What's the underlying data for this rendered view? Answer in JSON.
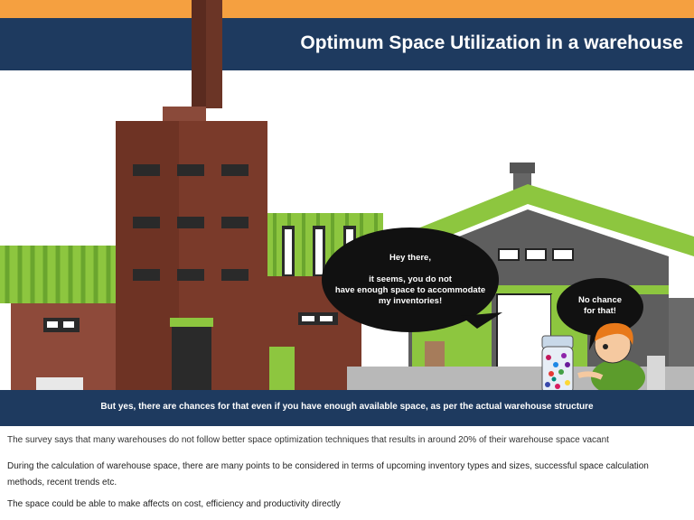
{
  "header": {
    "title": "Optimum Space Utilization in a warehouse"
  },
  "scene": {
    "speech_bubble_1": {
      "line1": "Hey there,",
      "line2": "it seems, you do not",
      "line3": "have enough space to accommodate",
      "line4": "my inventories!"
    },
    "speech_bubble_2": {
      "line1": "No chance",
      "line2": "for that!"
    }
  },
  "banner": {
    "text": "But yes, there are chances for that even if you have enough available space, as per the actual warehouse structure"
  },
  "body": {
    "paragraph1": "The survey says that many warehouses do not follow better space optimization techniques that results in around 20% of their warehouse space vacant",
    "paragraph2": "During the calculation of warehouse space, there are many points to be considered in terms of upcoming inventory types and sizes, successful space calculation methods, recent trends etc.",
    "paragraph3": "The space could be able to make affects on cost, efficiency and productivity directly"
  },
  "colors": {
    "navy": "#1e3a5f",
    "orange": "#f5a040",
    "brick": "#7a3a2a",
    "lime": "#8dc63f",
    "grey": "#5a5a5a"
  }
}
